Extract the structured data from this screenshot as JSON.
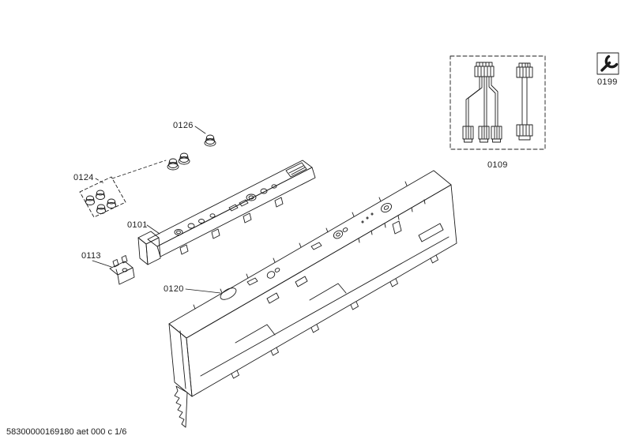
{
  "document": {
    "footer": "58300000169180 aet 000 c 1/6"
  },
  "callouts": {
    "button_single": "0126",
    "button_set": "0124",
    "control_module": "0101",
    "mounting_clip": "0113",
    "fascia_panel": "0120",
    "cable_harness": "0109",
    "service_icon_ref": "0199"
  },
  "colors": {
    "line": "#1c1c1c",
    "background": "#ffffff"
  }
}
